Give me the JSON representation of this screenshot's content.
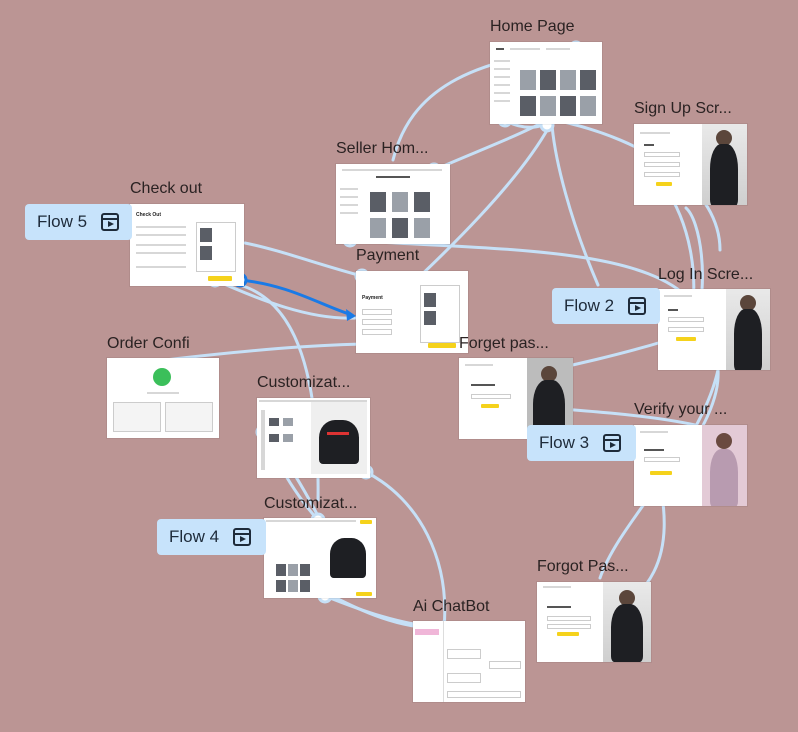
{
  "frames": {
    "home": {
      "title": "Home Page"
    },
    "seller": {
      "title": "Seller Hom..."
    },
    "checkout": {
      "title": "Check out",
      "heading": "Check Out"
    },
    "payment": {
      "title": "Payment",
      "heading": "Payment"
    },
    "order": {
      "title": "Order Confi"
    },
    "custom1": {
      "title": "Customizat..."
    },
    "custom2": {
      "title": "Customizat..."
    },
    "signup": {
      "title": "Sign Up Scr..."
    },
    "login": {
      "title": "Log In Scre..."
    },
    "forgot": {
      "title": "Forget pas..."
    },
    "verify": {
      "title": "Verify your ..."
    },
    "forgotpass": {
      "title": "Forgot Pas..."
    },
    "chatbot": {
      "title": "Ai ChatBot"
    }
  },
  "flows": [
    {
      "label": "Flow 5"
    },
    {
      "label": "Flow 2"
    },
    {
      "label": "Flow 3"
    },
    {
      "label": "Flow 4"
    }
  ],
  "colors": {
    "canvas": "#bb9594",
    "connector": "#c6e0f7",
    "connector_selected": "#1a7ae6",
    "badge": "#c7e3fb",
    "accent_yellow": "#f5d21b"
  },
  "icons": {
    "flow_play": "play-frame-icon"
  }
}
